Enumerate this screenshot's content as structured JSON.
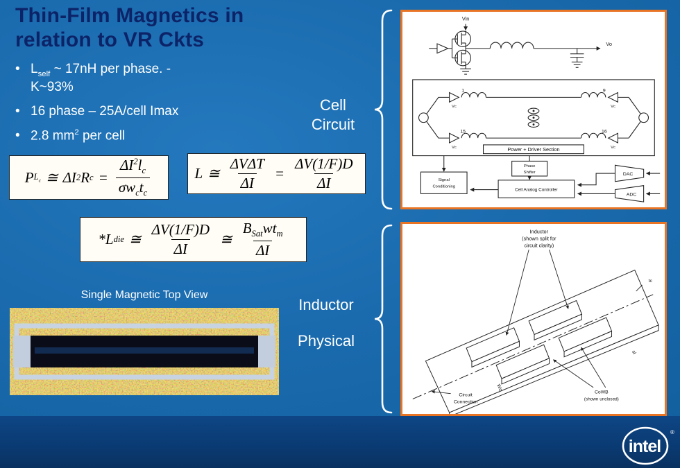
{
  "slide": {
    "title": "Thin-Film Magnetics in relation to VR Ckts",
    "bullet_marker": "•",
    "bullets": {
      "b1_main": "L",
      "b1_sub": "self",
      "b1_rest": " ~ 17nH per phase. -",
      "b1_line2": "K~93%",
      "b2": "16 phase – 25A/cell Imax",
      "b3_pre": "2.8 mm",
      "b3_sup": "2",
      "b3_post": " per cell"
    },
    "caption": "Single Magnetic Top View",
    "side_labels": {
      "cell_l1": "Cell",
      "cell_l2": "Circuit",
      "inductor_l1": "Inductor",
      "inductor_l2": "Physical"
    }
  },
  "formulas": {
    "f1": {
      "lhs": "P",
      "lhs_sub_main": "L",
      "lhs_sub_sub": "c",
      "rel": "≅",
      "t1": "ΔI",
      "t1_sup": "2",
      "t2": "R",
      "t2_sub": "c",
      "eq": "=",
      "num1": "ΔI",
      "num1_sup": "2",
      "num2": "l",
      "num2_sub": "c",
      "den1": "σw",
      "den1_sub": "c",
      "den2": "t",
      "den2_sub": "c"
    },
    "f2": {
      "lhs": "L",
      "rel": "≅",
      "num1": "ΔVΔT",
      "den1": "ΔI",
      "eq": "=",
      "num2": "ΔV(1/F)D",
      "den2": "ΔI"
    },
    "f3": {
      "star": "*",
      "lhs": "L",
      "lhs_sub": "die",
      "rel1": "≅",
      "num1": "ΔV(1/F)D",
      "den1": "ΔI",
      "rel2": "≅",
      "num2_a": "B",
      "num2_a_sub": "Sat",
      "num2_b": "wt",
      "num2_b_sub": "m",
      "den2": "ΔI"
    }
  },
  "cell_circuit": {
    "vin": "Vin",
    "vo": "Vo",
    "phase_top_left": "1",
    "phase_top_right": "9",
    "phase_bot_left": "15",
    "phase_bot_right": "16",
    "vc": "Vc",
    "power_driver": "Power + Driver Section",
    "signal_l1": "Signal",
    "signal_l2": "Conditioning",
    "phase_shifter_l1": "Phase",
    "phase_shifter_l2": "Shifter",
    "controller": "Cell Analog Controller",
    "dac": "DAC",
    "adc": "ADC"
  },
  "inductor_physical": {
    "note_l1": "Inductor",
    "note_l2": "(shown split for",
    "note_l3": "circuit clarity)",
    "tc": "tc",
    "sl": "sl",
    "wc": "Wc",
    "cowb_l1": "CoWB",
    "cowb_l2": "(shown unclosed)",
    "conn_l1": "Circuit",
    "conn_l2": "Connection"
  },
  "logo": {
    "text": "intel",
    "reg": "®"
  },
  "colors": {
    "slide_background": "#1a6bae",
    "footer_band": "#0b3c77",
    "panel_border": "#e87424",
    "title_text": "#0d2368",
    "body_text": "#ffffff",
    "formula_bg": "#fffdf5"
  }
}
